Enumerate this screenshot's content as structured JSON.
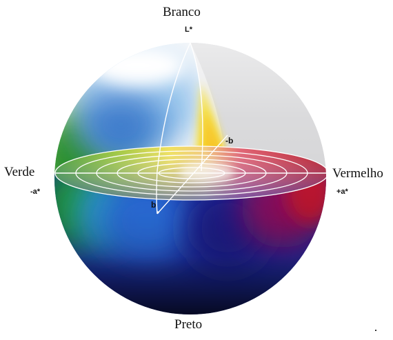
{
  "labels": {
    "top": "Branco",
    "top_axis": "L*",
    "left": "Verde",
    "left_axis": "-a*",
    "right": "Vermelho",
    "right_axis": "+a*",
    "bottom": "Preto",
    "minus_b": "-b",
    "plus_b": "b"
  },
  "colors": {
    "white": "#ffffff",
    "green": "#1a9a2a",
    "red": "#c8102e",
    "yellow": "#f7e21a",
    "blue": "#1d3fc7",
    "cyan": "#3aa6e0",
    "magenta": "#b01870",
    "black": "#050505",
    "cutaway_gray": "#d8d8d8"
  }
}
